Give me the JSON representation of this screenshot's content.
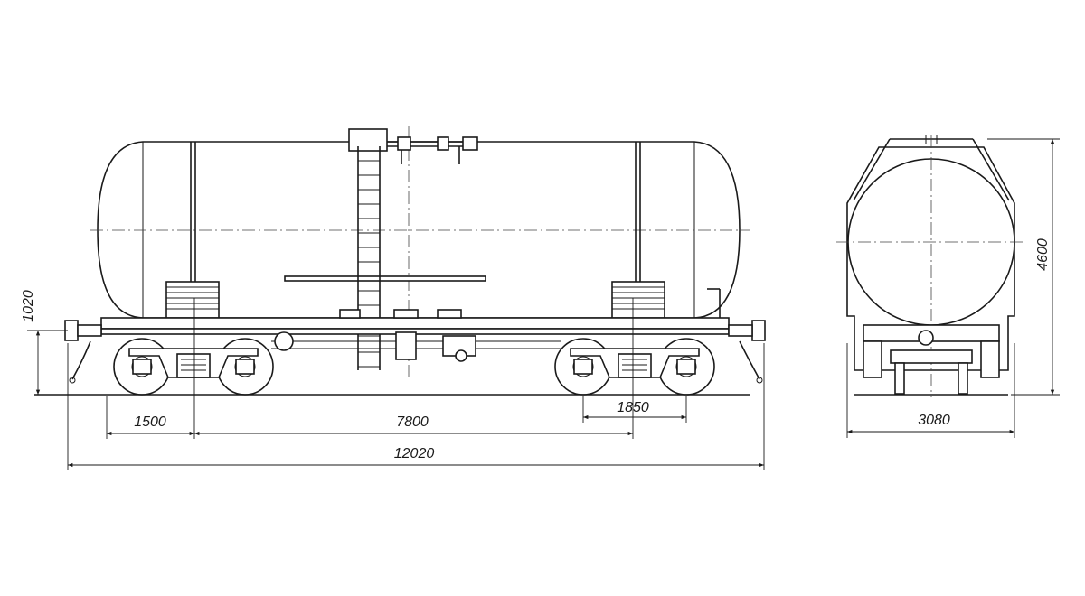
{
  "drawing": {
    "side_view": {
      "dimensions": {
        "length_overall": "12020",
        "bogie_center_distance": "7800",
        "overhang": "1500",
        "bogie_wheelbase": "1850",
        "coupler_height": "1020"
      }
    },
    "end_view": {
      "dimensions": {
        "width": "3080",
        "height": "4600"
      }
    }
  }
}
